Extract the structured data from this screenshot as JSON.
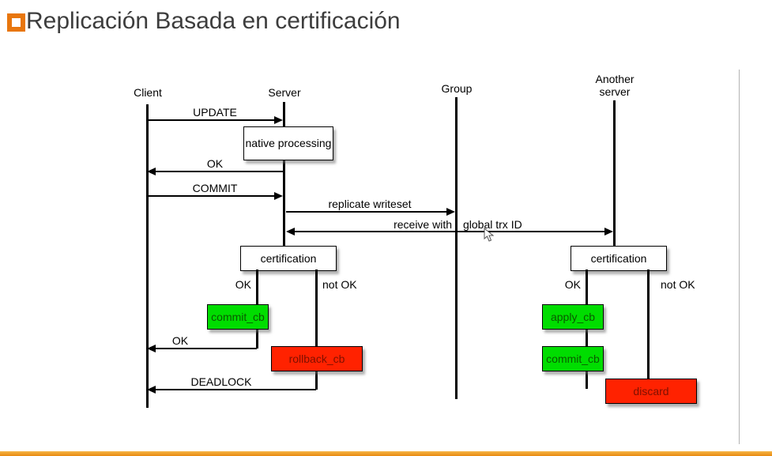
{
  "slide": {
    "title": "Replicación Basada en certificación",
    "accent_color": "#e8760d",
    "bottom_bar_color": "#f0a132"
  },
  "diagram": {
    "lifelines": [
      {
        "label": "Client"
      },
      {
        "label": "Server"
      },
      {
        "label": "Group"
      },
      {
        "label": "Another\nserver"
      }
    ],
    "messages": {
      "update": "UPDATE",
      "ok_after_processing": "OK",
      "commit": "COMMIT",
      "replicate_writeset": "replicate writeset",
      "receive_with": "receive with",
      "global_trx_id": "global trx ID",
      "ok_after_commit": "OK",
      "deadlock": "DEADLOCK"
    },
    "boxes": {
      "native_processing": "native processing",
      "server_certification": "certification",
      "another_certification": "certification",
      "server_commit_cb": "commit_cb",
      "rollback_cb": "rollback_cb",
      "apply_cb": "apply_cb",
      "another_commit_cb": "commit_cb",
      "discard": "discard"
    },
    "branches": {
      "server_ok": "OK",
      "server_not_ok": "not OK",
      "another_ok": "OK",
      "another_not_ok": "not OK"
    },
    "colors": {
      "success_box": "#00dd00",
      "failure_box": "#ff2200"
    }
  }
}
